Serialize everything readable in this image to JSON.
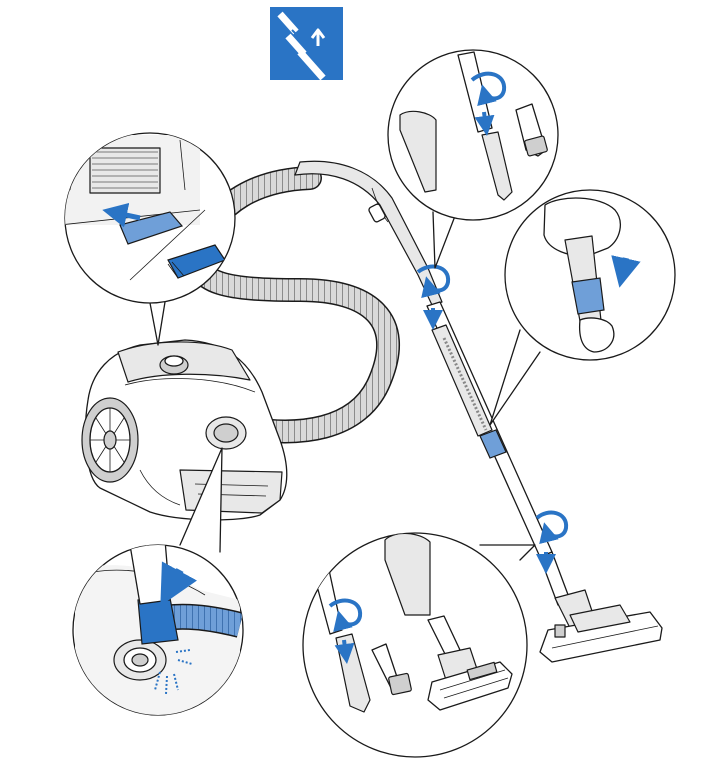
{
  "colors": {
    "accent_blue": "#2a74c5",
    "light_blue": "#6f9fd8",
    "outline": "#1a1a1a",
    "shade": "#e8e8e8",
    "background": "#ffffff"
  },
  "icons": {
    "header_symbol": "hose-attach-icon",
    "rotate_arrow": "rotate-arrow-icon",
    "push_arrow": "push-down-arrow-icon",
    "insert_arrow": "insert-arrow-icon",
    "click_sound": "click-sound-icon"
  },
  "callouts": [
    "accessory-storage-detail",
    "tube-accessories-detail",
    "tube-coupling-detail",
    "hose-connection-detail",
    "nozzle-options-detail"
  ]
}
